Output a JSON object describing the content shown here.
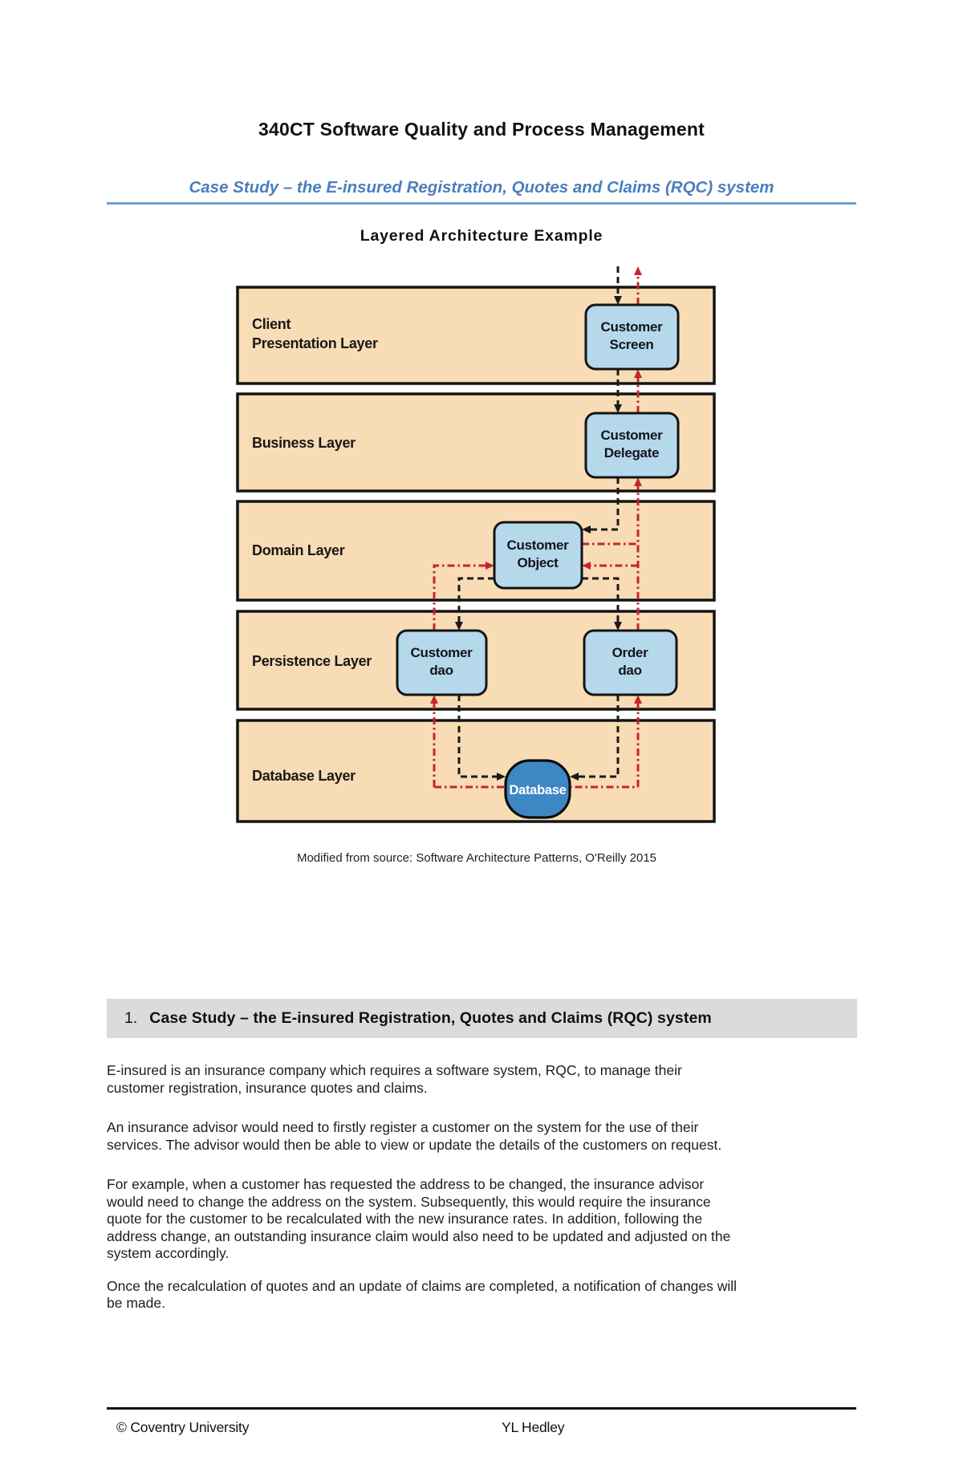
{
  "document": {
    "title": "340CT Software Quality and Process Management",
    "subtitle": "Case Study – the E-insured Registration, Quotes and Claims (RQC) system",
    "figure": {
      "heading": "Layered Architecture Example",
      "caption": "Modified from source: Software Architecture Patterns, O'Reilly 2015"
    },
    "section": {
      "number": "1.",
      "heading": "Case Study – the E-insured Registration, Quotes and Claims (RQC) system"
    },
    "paragraphs": [
      "E-insured is an insurance company which requires a software system, RQC, to manage their\ncustomer registration, insurance quotes and claims.",
      "An insurance advisor would need to firstly register a customer on the system for the use of their\nservices. The advisor would then be able to view or update the details of the customers on request.",
      "For example, when a customer has requested the address to be changed, the insurance advisor\nwould need to change the address on the system. Subsequently, this would require the insurance\nquote for the customer to be recalculated with the new insurance rates. In addition, following the\naddress change, an outstanding insurance claim would also need to be updated and adjusted on the\nsystem accordingly.",
      "Once the recalculation of quotes and an update of claims are completed, a notification of changes will\nbe made."
    ],
    "footer": {
      "left": "© Coventry University",
      "right": "YL Hedley"
    }
  },
  "diagram": {
    "layers": [
      {
        "id": "client-presentation",
        "label_lines": [
          "Client",
          "Presentation Layer"
        ]
      },
      {
        "id": "business",
        "label_lines": [
          "Business Layer"
        ]
      },
      {
        "id": "domain",
        "label_lines": [
          "Domain Layer"
        ]
      },
      {
        "id": "persistence",
        "label_lines": [
          "Persistence Layer"
        ]
      },
      {
        "id": "database",
        "label_lines": [
          "Database Layer"
        ]
      }
    ],
    "nodes": [
      {
        "id": "customer-screen",
        "layer": "client-presentation",
        "label_lines": [
          "Customer",
          "Screen"
        ]
      },
      {
        "id": "customer-delegate",
        "layer": "business",
        "label_lines": [
          "Customer",
          "Delegate"
        ]
      },
      {
        "id": "customer-object",
        "layer": "domain",
        "label_lines": [
          "Customer",
          "Object"
        ]
      },
      {
        "id": "customer-dao",
        "layer": "persistence",
        "label_lines": [
          "Customer",
          "dao"
        ]
      },
      {
        "id": "order-dao",
        "layer": "persistence",
        "label_lines": [
          "Order",
          "dao"
        ]
      },
      {
        "id": "database",
        "layer": "database",
        "label_lines": [
          "Database"
        ]
      }
    ],
    "flows": {
      "request": {
        "color": "#1a1a1a",
        "line_style": "dashed",
        "direction": "down"
      },
      "response": {
        "color": "#c4262e",
        "line_style": "dash-dot",
        "direction": "up"
      }
    },
    "colors": {
      "layer-fill": "#f8dcb5",
      "node-fill": "#b5d8eb",
      "database-fill": "#3e87c5",
      "outline": "#141414",
      "request-black": "#1a1a1a",
      "response-red": "#c4262e",
      "heading-blue": "#4a7ebd",
      "rule-blue": "#6d9dd7",
      "section-bar-bg": "#dbdbdb"
    }
  }
}
